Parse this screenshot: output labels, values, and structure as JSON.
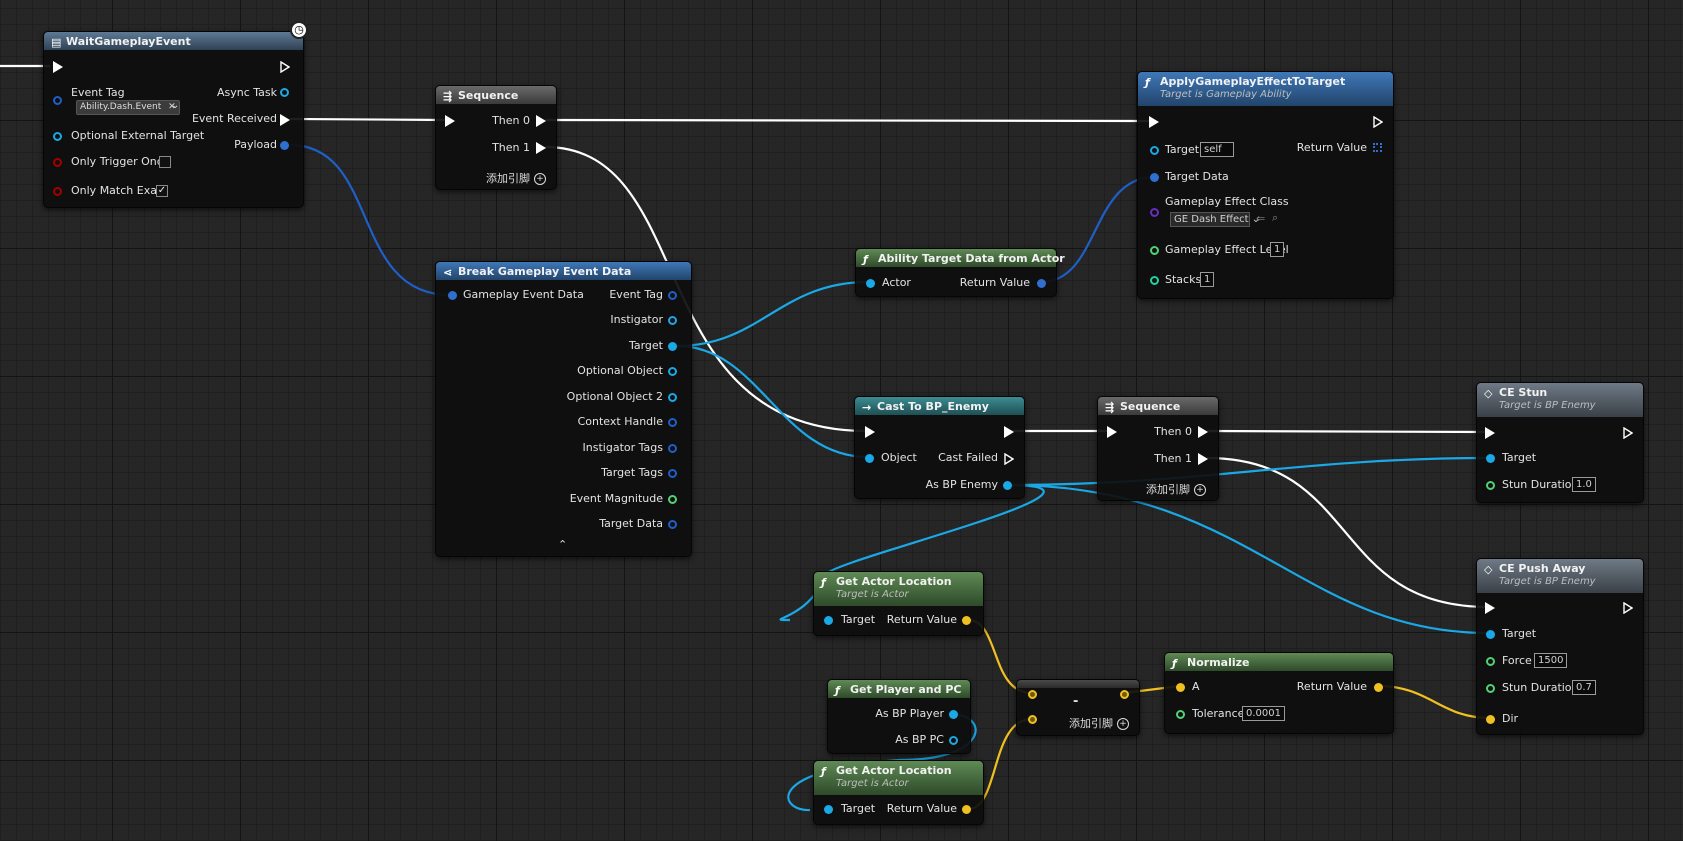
{
  "colors": {
    "exec": "#ffffff",
    "object": "#1ba8e6",
    "struct": "#2f6fd0",
    "bool": "#a40000",
    "vector": "#f0c020",
    "float": "#52d273",
    "int": "#1fd2a0",
    "class": "#6a2dc0"
  },
  "wait_event": {
    "title": "WaitGameplayEvent",
    "event_tag_label": "Event Tag",
    "event_tag_value": "Ability.Dash.Event",
    "async_task": "Async Task",
    "event_received": "Event Received",
    "payload": "Payload",
    "optional_external_target": "Optional External Target",
    "only_trigger_once": "Only Trigger Once",
    "only_match_exact": "Only Match Exact",
    "only_match_exact_checked": "✓"
  },
  "sequence1": {
    "title": "Sequence",
    "then0": "Then 0",
    "then1": "Then 1",
    "add_pin": "添加引脚"
  },
  "apply_effect": {
    "title": "ApplyGameplayEffectToTarget",
    "subtitle": "Target is Gameplay Ability",
    "target": "Target",
    "target_value": "self",
    "return_value": "Return Value",
    "target_data": "Target Data",
    "gameplay_effect_class": "Gameplay Effect Class",
    "effect_class_value": "GE Dash Effect",
    "gameplay_effect_level": "Gameplay Effect Level",
    "level_value": "1",
    "stacks": "Stacks",
    "stacks_value": "1"
  },
  "break_event": {
    "title": "Break Gameplay Event Data",
    "input": "Gameplay Event Data",
    "outputs": [
      "Event Tag",
      "Instigator",
      "Target",
      "Optional Object",
      "Optional Object 2",
      "Context Handle",
      "Instigator Tags",
      "Target Tags",
      "Event Magnitude",
      "Target Data"
    ]
  },
  "ability_target": {
    "title": "Ability Target Data from Actor",
    "actor": "Actor",
    "return_value": "Return Value"
  },
  "cast": {
    "title": "Cast To BP_Enemy",
    "object": "Object",
    "cast_failed": "Cast Failed",
    "as_bp_enemy": "As BP Enemy"
  },
  "sequence2": {
    "title": "Sequence",
    "then0": "Then 0",
    "then1": "Then 1",
    "add_pin": "添加引脚"
  },
  "ce_stun": {
    "title": "CE Stun",
    "subtitle": "Target is BP Enemy",
    "target": "Target",
    "stun_duration": "Stun Duration",
    "stun_value": "1.0"
  },
  "ce_push": {
    "title": "CE Push Away",
    "subtitle": "Target is BP Enemy",
    "target": "Target",
    "force": "Force",
    "force_value": "1500",
    "stun_duration": "Stun Duration",
    "stun_value": "0.7",
    "dir": "Dir"
  },
  "get_loc1": {
    "title": "Get Actor Location",
    "subtitle": "Target is Actor",
    "target": "Target",
    "return_value": "Return Value"
  },
  "get_player": {
    "title": "Get Player and PC",
    "as_bp_player": "As BP Player",
    "as_bp_pc": "As BP PC"
  },
  "get_loc2": {
    "title": "Get Actor Location",
    "subtitle": "Target is Actor",
    "target": "Target",
    "return_value": "Return Value"
  },
  "subtract": {
    "title": "-",
    "add_pin": "添加引脚"
  },
  "normalize": {
    "title": "Normalize",
    "a": "A",
    "return_value": "Return Value",
    "tolerance": "Tolerance",
    "tolerance_value": "0.0001"
  }
}
